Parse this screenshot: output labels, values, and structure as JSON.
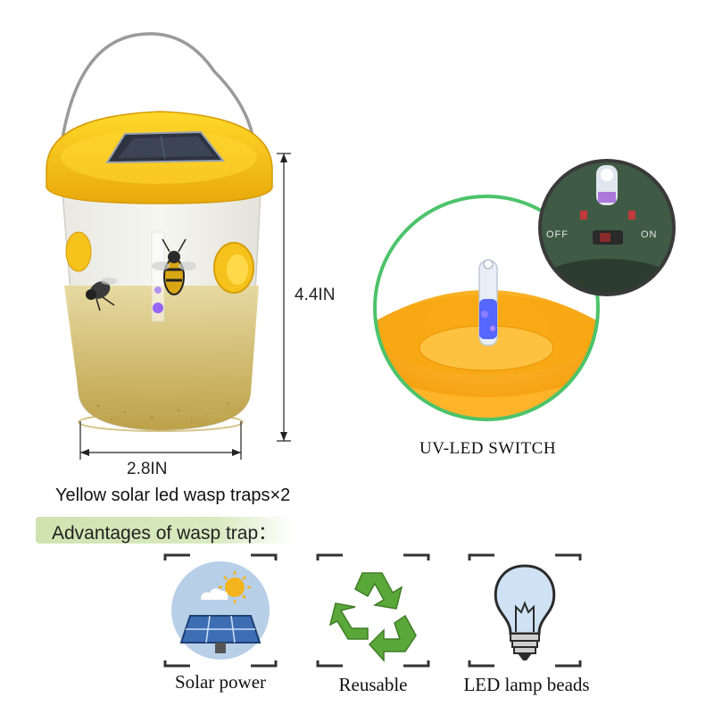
{
  "dimensions": {
    "height": "4.4IN",
    "width": "2.8IN"
  },
  "product_caption": "Yellow solar led wasp traps×2",
  "switch_caption": "UV-LED SWITCH",
  "switch_labels": {
    "off": "OFF",
    "on": "ON"
  },
  "advantages_title": "Advantages of wasp trap：",
  "features": [
    {
      "label": "Solar power",
      "icon": "solar-panel-icon"
    },
    {
      "label": "Reusable",
      "icon": "recycle-icon"
    },
    {
      "label": "LED lamp beads",
      "icon": "light-bulb-icon"
    }
  ],
  "colors": {
    "trap_yellow": "#f5c518",
    "liquid": "#d9c47a",
    "green_ring": "#4cc36a",
    "banner": "#d2e6b5",
    "switch_body": "#3f5a45"
  }
}
